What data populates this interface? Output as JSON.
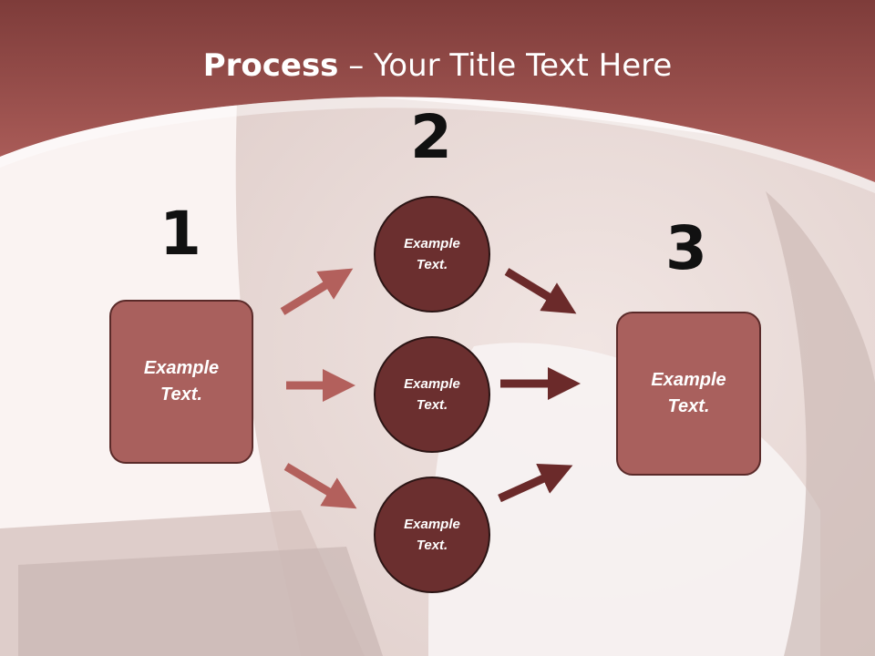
{
  "title": {
    "bold": "Process",
    "rest": " – Your Title Text Here"
  },
  "steps": {
    "one": "1",
    "two": "2",
    "three": "3"
  },
  "left_box": {
    "line1": "Example",
    "line2": "Text."
  },
  "right_box": {
    "line1": "Example",
    "line2": "Text."
  },
  "circles": [
    {
      "line1": "Example",
      "line2": "Text."
    },
    {
      "line1": "Example",
      "line2": "Text."
    },
    {
      "line1": "Example",
      "line2": "Text."
    }
  ],
  "colors": {
    "header": "#a4524f",
    "box": "#a9605d",
    "circle": "#6b2f2f",
    "arrow_light": "#b3605c",
    "arrow_dark": "#6b2a2a"
  }
}
